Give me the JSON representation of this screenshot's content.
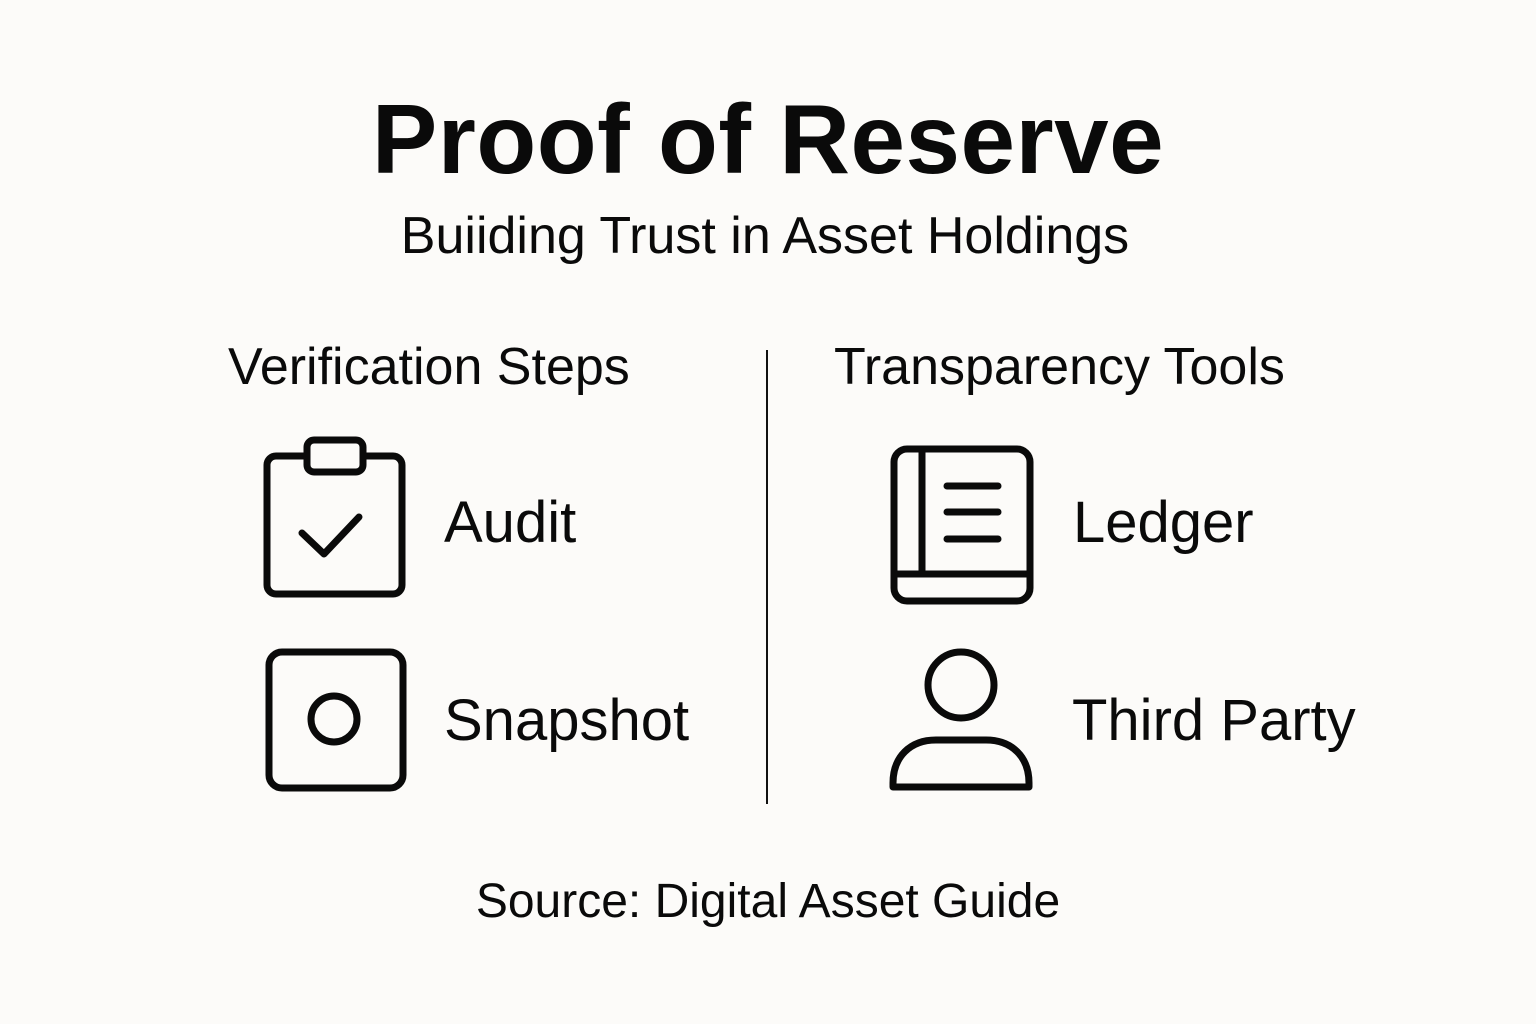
{
  "header": {
    "title": "Proof of Reserve",
    "subtitle": "Buiiding Trust in Asset Holdings"
  },
  "columns": [
    {
      "heading": "Verification Steps",
      "items": [
        {
          "label": "Audit",
          "icon": "clipboard-check-icon"
        },
        {
          "label": "Snapshot",
          "icon": "camera-square-icon"
        }
      ]
    },
    {
      "heading": "Transparency Tools",
      "items": [
        {
          "label": "Ledger",
          "icon": "ledger-book-icon"
        },
        {
          "label": "Third Party",
          "icon": "person-icon"
        }
      ]
    }
  ],
  "footer": {
    "source": "Source: Digital Asset Guide"
  },
  "colors": {
    "background": "#fcfbf9",
    "foreground": "#0a0a0a"
  }
}
